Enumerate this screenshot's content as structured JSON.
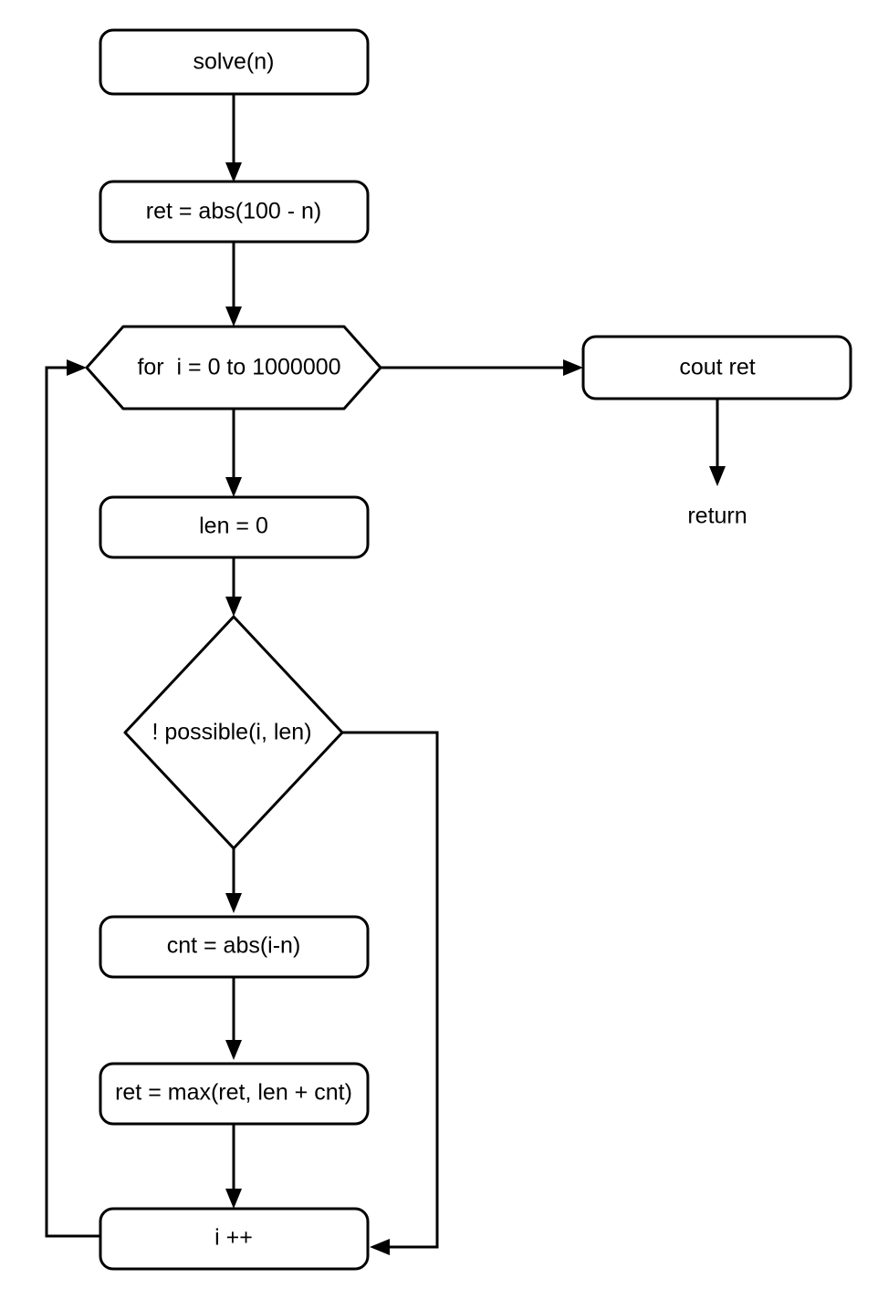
{
  "diagram": {
    "title": "solve(n) flowchart",
    "type": "flowchart",
    "background_color": "#ffffff",
    "stroke_color": "#000000",
    "text_color": "#000000",
    "nodes": {
      "start": {
        "label": "solve(n)",
        "shape": "rounded-rectangle"
      },
      "init_ret": {
        "label": "ret = abs(100 - n)",
        "shape": "rounded-rectangle"
      },
      "for_loop": {
        "label": "for  i = 0 to 1000000",
        "shape": "hexagon"
      },
      "cout": {
        "label": "cout ret",
        "shape": "rounded-rectangle"
      },
      "return": {
        "label": "return",
        "shape": "text"
      },
      "len_init": {
        "label": "len = 0",
        "shape": "rounded-rectangle"
      },
      "condition": {
        "label": "! possible(i, len)",
        "shape": "diamond"
      },
      "cnt_assign": {
        "label": "cnt = abs(i-n)",
        "shape": "rounded-rectangle"
      },
      "ret_max": {
        "label": "ret = max(ret, len + cnt)",
        "shape": "rounded-rectangle"
      },
      "increment": {
        "label": "i ++",
        "shape": "rounded-rectangle"
      }
    },
    "edges": [
      {
        "from": "start",
        "to": "init_ret",
        "label": ""
      },
      {
        "from": "init_ret",
        "to": "for_loop",
        "label": ""
      },
      {
        "from": "for_loop",
        "to": "cout",
        "label": ""
      },
      {
        "from": "cout",
        "to": "return",
        "label": ""
      },
      {
        "from": "for_loop",
        "to": "len_init",
        "label": ""
      },
      {
        "from": "len_init",
        "to": "condition",
        "label": ""
      },
      {
        "from": "condition",
        "to": "cnt_assign",
        "label": ""
      },
      {
        "from": "condition",
        "to": "increment",
        "label": ""
      },
      {
        "from": "cnt_assign",
        "to": "ret_max",
        "label": ""
      },
      {
        "from": "ret_max",
        "to": "increment",
        "label": ""
      },
      {
        "from": "increment",
        "to": "for_loop",
        "label": ""
      }
    ]
  }
}
